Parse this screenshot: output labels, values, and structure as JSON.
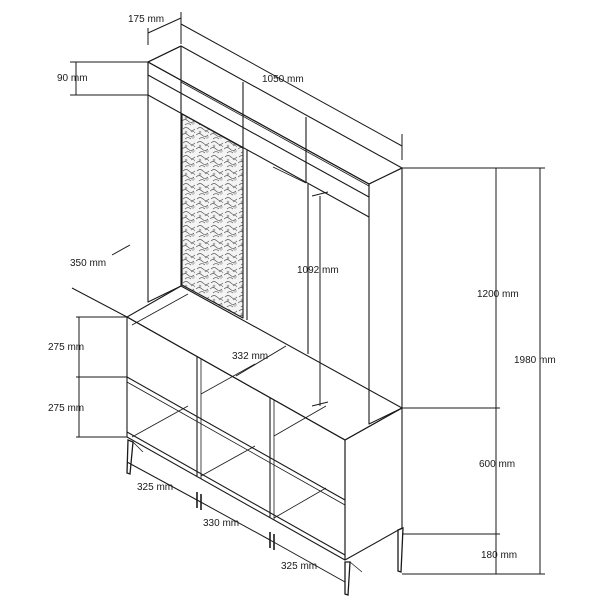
{
  "diagram": {
    "dimensions": {
      "depth_top": "175 mm",
      "top_height": "90 mm",
      "width": "1050 mm",
      "depth_bottom": "350 mm",
      "panel_height": "1092 mm",
      "upper_height": "1200 mm",
      "total_height": "1980 mm",
      "cell_height_1": "275 mm",
      "cell_height_2": "275 mm",
      "cell_depth": "332 mm",
      "lower_height": "600 mm",
      "cell_width_left": "325 mm",
      "cell_width_middle": "330 mm",
      "cell_width_right": "325 mm",
      "leg_height": "180 mm"
    }
  }
}
